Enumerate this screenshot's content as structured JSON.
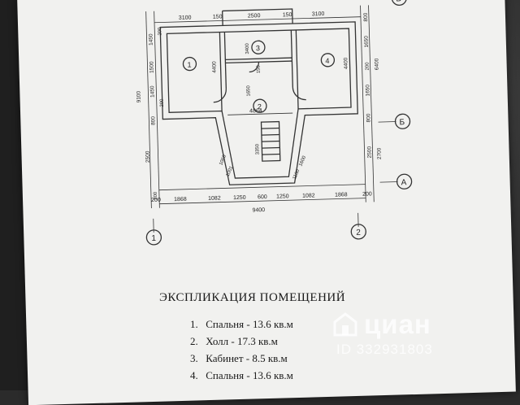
{
  "plan": {
    "dims_top": [
      "3100",
      "150",
      "2500",
      "150",
      "3100"
    ],
    "dims_bottom": [
      "1868",
      "1082",
      "1250",
      "600",
      "1250",
      "1082",
      "1868"
    ],
    "overall_width": "9400",
    "corner_200": "200",
    "room_numbers": [
      "1",
      "2",
      "3",
      "4"
    ],
    "hall_width": "4864",
    "room_heights": [
      "4400",
      "4400"
    ],
    "small_dims": [
      "3400",
      "150",
      "1650",
      "3350"
    ],
    "left_vertical": [
      "9100",
      "1450",
      "200",
      "1500",
      "1450",
      "200",
      "800",
      "2500",
      "200"
    ],
    "right_vertical": [
      "800",
      "1650",
      "200",
      "1650",
      "6400",
      "800",
      "2500",
      "2700"
    ],
    "bay_dims": [
      "1060",
      "1001",
      "1100",
      "1600"
    ],
    "axis_bottom": [
      "1",
      "2"
    ],
    "axis_right": [
      "В",
      "Б",
      "А"
    ]
  },
  "explication": {
    "title": "ЭКСПЛИКАЦИЯ ПОМЕЩЕНИЙ",
    "items": [
      {
        "num": "1.",
        "text": "Спальня - 13.6 кв.м"
      },
      {
        "num": "2.",
        "text": "Холл - 17.3 кв.м"
      },
      {
        "num": "3.",
        "text": "Кабинет - 8.5 кв.м"
      },
      {
        "num": "4.",
        "text": "Спальня - 13.6 кв.м"
      }
    ]
  },
  "watermark": {
    "brand": "циан",
    "id_text": "ID 332931803",
    "logo_icon": "cian-house-icon"
  }
}
